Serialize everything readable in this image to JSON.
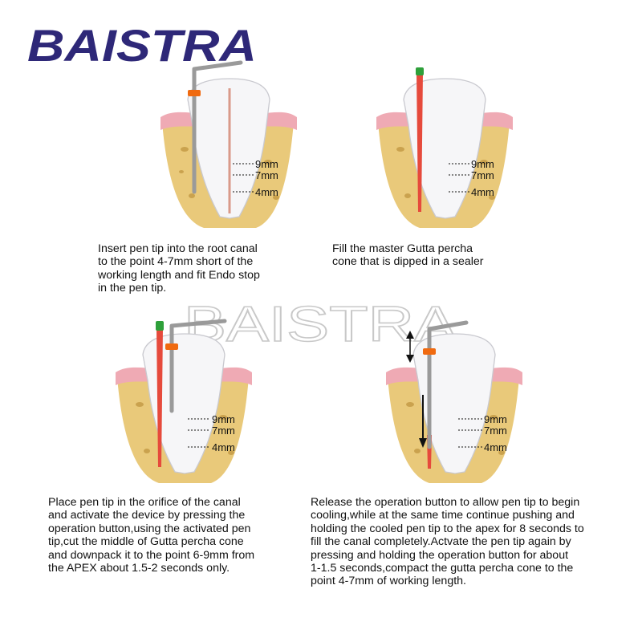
{
  "brand": {
    "logo_text": "BAISTRA",
    "watermark_text": "BAISTRA",
    "color": "#2e2878"
  },
  "colors": {
    "bone": "#e9c97a",
    "bone_dark": "#caa24e",
    "gum": "#efaab4",
    "tooth": "#f6f6f8",
    "canal_cone": "#e64a3c",
    "endo_stop": "#f06a10",
    "pen": "#9a9a9a",
    "cone_tip": "#2ea03a"
  },
  "steps": [
    {
      "labels": [
        "9mm",
        "7mm",
        "4mm"
      ],
      "caption": "Insert pen tip into the root canal\nto the point 4-7mm short of the\nworking length and fit Endo stop\nin the pen tip."
    },
    {
      "labels": [
        "9mm",
        "7mm",
        "4mm"
      ],
      "caption": "Fill the master Gutta percha\ncone that is dipped in a sealer"
    },
    {
      "labels": [
        "9mm",
        "7mm",
        "4mm"
      ],
      "caption": "Place pen tip in the orifice of the canal\nand activate the device by pressing the\noperation button,using the activated pen\ntip,cut the middle of Gutta percha cone\nand downpack it to the point 6-9mm from\nthe APEX about 1.5-2 seconds only."
    },
    {
      "labels": [
        "9mm",
        "7mm",
        "4mm"
      ],
      "caption": "Release the operation button to allow pen tip to begin\ncooling,while at the same time continue pushing and\nholding the cooled pen tip to the apex for 8 seconds to\nfill the canal completely.Actvate the pen tip again by\npressing and holding the operation button for about\n1-1.5 seconds,compact the gutta percha cone to the\npoint 4-7mm of working length."
    }
  ]
}
